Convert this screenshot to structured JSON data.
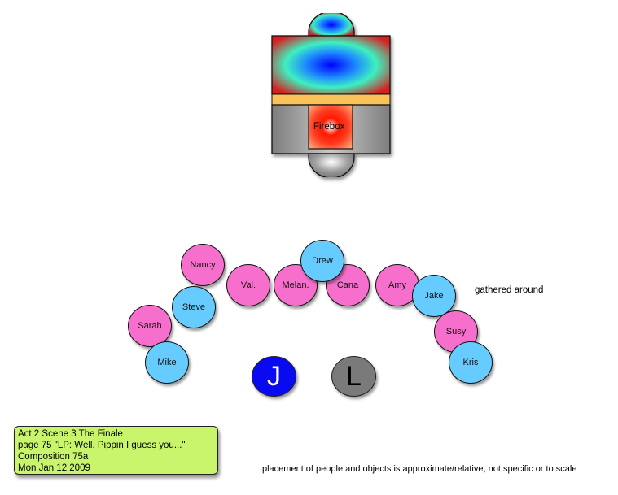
{
  "stove": {
    "firebox_label": "Firebox",
    "colors": {
      "water_tank_outer": "#d81e1e",
      "water_tank_mid": "#3df0c0",
      "water_tank_center": "#0000ff",
      "band": "#f9c35a",
      "body_gray": "#8a8a8a",
      "firebox_outer": "#ff5a40",
      "firebox_center": "#ff1a00"
    }
  },
  "people": [
    {
      "name": "Nancy",
      "group": "pink"
    },
    {
      "name": "Val.",
      "group": "pink"
    },
    {
      "name": "Melan.",
      "group": "pink"
    },
    {
      "name": "Cana",
      "group": "pink"
    },
    {
      "name": "Drew",
      "group": "blue"
    },
    {
      "name": "Amy",
      "group": "pink"
    },
    {
      "name": "Jake",
      "group": "blue"
    },
    {
      "name": "Steve",
      "group": "blue"
    },
    {
      "name": "Sarah",
      "group": "pink"
    },
    {
      "name": "Mike",
      "group": "blue"
    },
    {
      "name": "Susy",
      "group": "pink"
    },
    {
      "name": "Kris",
      "group": "blue"
    }
  ],
  "markers": [
    {
      "letter": "J",
      "color": "#0a0af0"
    },
    {
      "letter": "L",
      "color": "#7a7a7a"
    }
  ],
  "colors": {
    "pink": "#f66fcc",
    "blue": "#66ccff",
    "note_bg": "#c8f56b"
  },
  "gathered_label": "gathered around",
  "note": {
    "line1": "Act 2 Scene 3 The Finale",
    "line2": "page 75 \"LP: Well, Pippin I guess you...\"",
    "line3": "Composition 75a",
    "line4": "Mon Jan 12 2009"
  },
  "disclaimer": "placement of people and objects is approximate/relative, not specific or to scale"
}
